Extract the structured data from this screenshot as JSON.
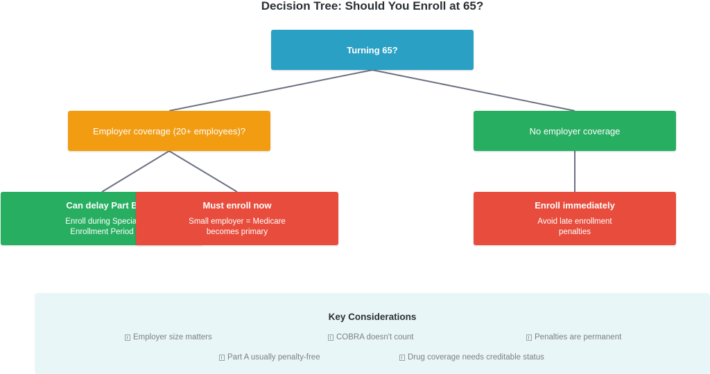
{
  "title": "Decision Tree: Should You Enroll at 65?",
  "nodes": {
    "root": {
      "label": "Turning 65?"
    },
    "employer": {
      "label": "Employer coverage (20+ employees)?"
    },
    "no_employer": {
      "label": "No employer coverage"
    },
    "delay": {
      "head": "Can delay Part B",
      "sub": "Enroll during Special\nEnrollment Period"
    },
    "must_enroll": {
      "head": "Must enroll now",
      "sub": "Small employer = Medicare\nbecomes primary"
    },
    "enroll_immediately": {
      "head": "Enroll immediately",
      "sub": "Avoid late enrollment\npenalties"
    }
  },
  "key_considerations": {
    "title": "Key Considerations",
    "items": [
      "Employer size matters",
      "COBRA doesn't count",
      "Penalties are permanent",
      "Part A usually penalty-free",
      "Drug coverage needs creditable status"
    ]
  },
  "colors": {
    "root": "#2aa0c4",
    "question": "#f29c12",
    "ok": "#27ae60",
    "warning": "#e74c3c",
    "connector": "#6b6f80",
    "panel": "#e9f6f7"
  }
}
